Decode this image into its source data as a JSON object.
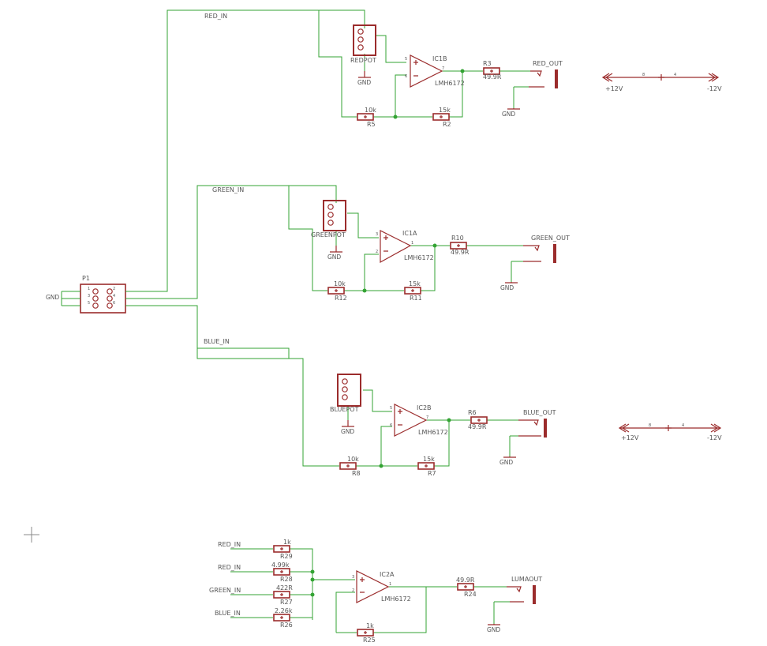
{
  "connector": {
    "name": "P1",
    "gnd_label": "GND",
    "pins_left": [
      "1",
      "3",
      "5"
    ],
    "pins_right": [
      "2",
      "4",
      "6"
    ]
  },
  "gnd_label": "GND",
  "red": {
    "net": "RED_IN",
    "pot": "REDPOT",
    "opamp": "IC1B",
    "opamp_type": "LMH6172",
    "in_plus_pin": "5",
    "in_minus_pin": "6",
    "out_pin": "7",
    "r_out_name": "R3",
    "r_out_val": "49.9R",
    "r_gnd_name": "R5",
    "r_gnd_val": "10k",
    "r_fb_name": "R2",
    "r_fb_val": "15k",
    "out_net": "RED_OUT"
  },
  "green": {
    "net": "GREEN_IN",
    "pot": "GREENPOT",
    "opamp": "IC1A",
    "opamp_type": "LMH6172",
    "in_plus_pin": "3",
    "in_minus_pin": "2",
    "out_pin": "1",
    "r_out_name": "R10",
    "r_out_val": "49.9R",
    "r_gnd_name": "R12",
    "r_gnd_val": "10k",
    "r_fb_name": "R11",
    "r_fb_val": "15k",
    "out_net": "GREEN_OUT"
  },
  "blue": {
    "net": "BLUE_IN",
    "pot": "BLUEPOT",
    "opamp": "IC2B",
    "opamp_type": "LMH6172",
    "in_plus_pin": "5",
    "in_minus_pin": "6",
    "out_pin": "7",
    "r_out_name": "R6",
    "r_out_val": "49.9R",
    "r_gnd_name": "R8",
    "r_gnd_val": "10k",
    "r_fb_name": "R7",
    "r_fb_val": "15k",
    "out_net": "BLUE_OUT"
  },
  "power": [
    {
      "pos": "+12V",
      "neg": "-12V",
      "pin_pos": "8",
      "pin_neg": "4"
    },
    {
      "pos": "+12V",
      "neg": "-12V",
      "pin_pos": "8",
      "pin_neg": "4"
    }
  ],
  "luma": {
    "opamp": "IC2A",
    "opamp_type": "LMH6172",
    "in_plus_pin": "3",
    "in_minus_pin": "2",
    "out_pin": "1",
    "inputs": [
      {
        "net": "RED_IN",
        "r_name": "R29",
        "r_val": "1k"
      },
      {
        "net": "RED_IN",
        "r_name": "R28",
        "r_val": "4.99k"
      },
      {
        "net": "GREEN_IN",
        "r_name": "R27",
        "r_val": "422R"
      },
      {
        "net": "BLUE_IN",
        "r_name": "R26",
        "r_val": "2.26k"
      }
    ],
    "r_fb_name": "R25",
    "r_fb_val": "1k",
    "r_out_name": "R24",
    "r_out_val": "49.9R",
    "out_net": "LUMAOUT"
  }
}
